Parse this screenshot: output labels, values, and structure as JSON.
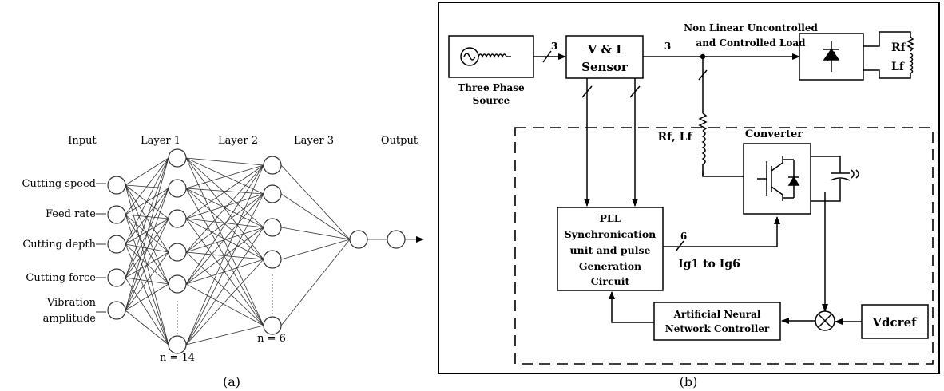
{
  "panel_a": {
    "caption": "(a)",
    "layers": [
      "Input",
      "Layer 1",
      "Layer 2",
      "Layer 3",
      "Output"
    ],
    "inputs": [
      "Cutting speed",
      "Feed rate",
      "Cutting depth",
      "Cutting force",
      "Vibration",
      "amplitude"
    ],
    "n1_label": "n = 14",
    "n2_label": "n = 6"
  },
  "panel_b": {
    "caption": "(b)",
    "source_line1": "Three Phase",
    "source_line2": "Source",
    "sensor_line1": "V & I",
    "sensor_line2": "Sensor",
    "phase_count_1": "3",
    "phase_count_2": "3",
    "load_line1": "Non Linear Uncontrolled",
    "load_line2": "and Controlled Load",
    "rf_right": "Rf",
    "lf_right": "Lf",
    "rf_lf": "Rf, Lf",
    "converter": "Converter",
    "pll_lines": [
      "PLL",
      "Synchronication",
      "unit and pulse",
      "Generation",
      "Circuit"
    ],
    "six": "6",
    "gates": "Ig1 to Ig6",
    "ann_line1": "Artificial Neural",
    "ann_line2": "Network Controller",
    "vdcref": "Vdcref"
  }
}
